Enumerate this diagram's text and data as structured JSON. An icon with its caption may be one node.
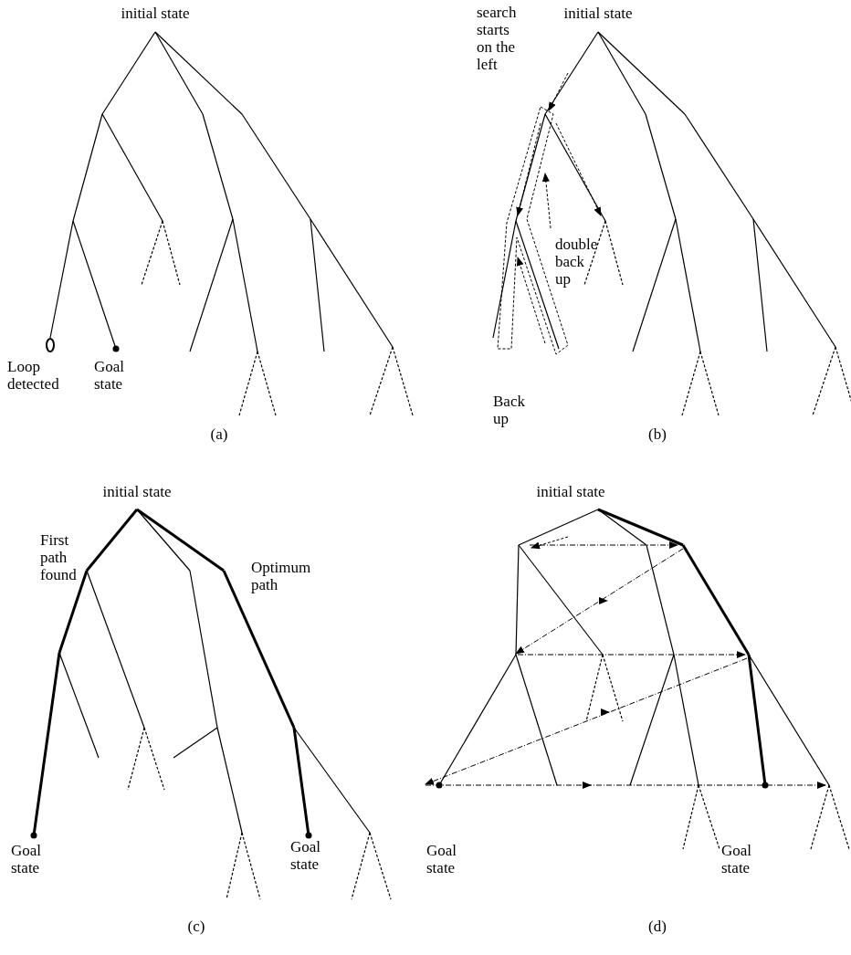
{
  "diagram": {
    "labels": [
      "initial state",
      "Loop detected",
      "Goal state",
      "(a)",
      "search starts on the left",
      "initial state",
      "double back up",
      "Back up",
      "(b)",
      "initial state",
      "First path found",
      "Optimum path",
      "Goal state",
      "Goal state",
      "(c)",
      "initial state",
      "Goal state",
      "Goal state",
      "(d)"
    ]
  }
}
